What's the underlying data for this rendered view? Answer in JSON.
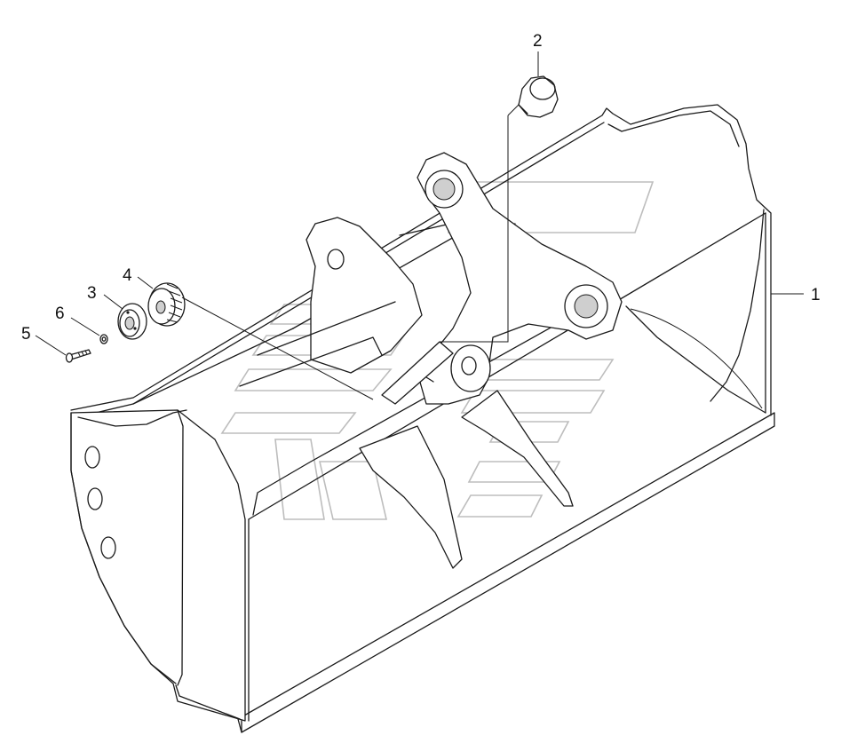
{
  "diagram": {
    "callouts": [
      {
        "id": "1",
        "label": "1"
      },
      {
        "id": "2",
        "label": "2"
      },
      {
        "id": "3",
        "label": "3"
      },
      {
        "id": "4",
        "label": "4"
      },
      {
        "id": "5",
        "label": "5"
      },
      {
        "id": "6",
        "label": "6"
      }
    ]
  },
  "colors": {
    "line": "#1a1a1a",
    "watermark": "#bdbdbd",
    "background": "#ffffff"
  }
}
